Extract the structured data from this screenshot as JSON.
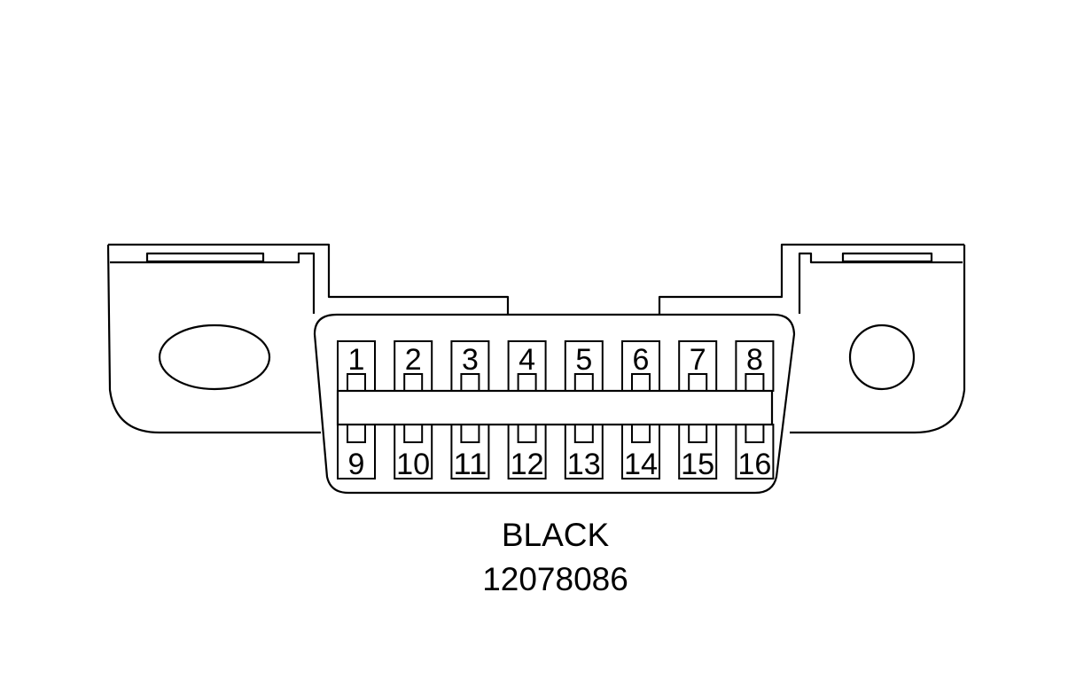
{
  "connector": {
    "color_label": "BLACK",
    "part_number": "12078086",
    "pins_top": [
      "1",
      "2",
      "3",
      "4",
      "5",
      "6",
      "7",
      "8"
    ],
    "pins_bottom": [
      "9",
      "10",
      "11",
      "12",
      "13",
      "14",
      "15",
      "16"
    ]
  }
}
